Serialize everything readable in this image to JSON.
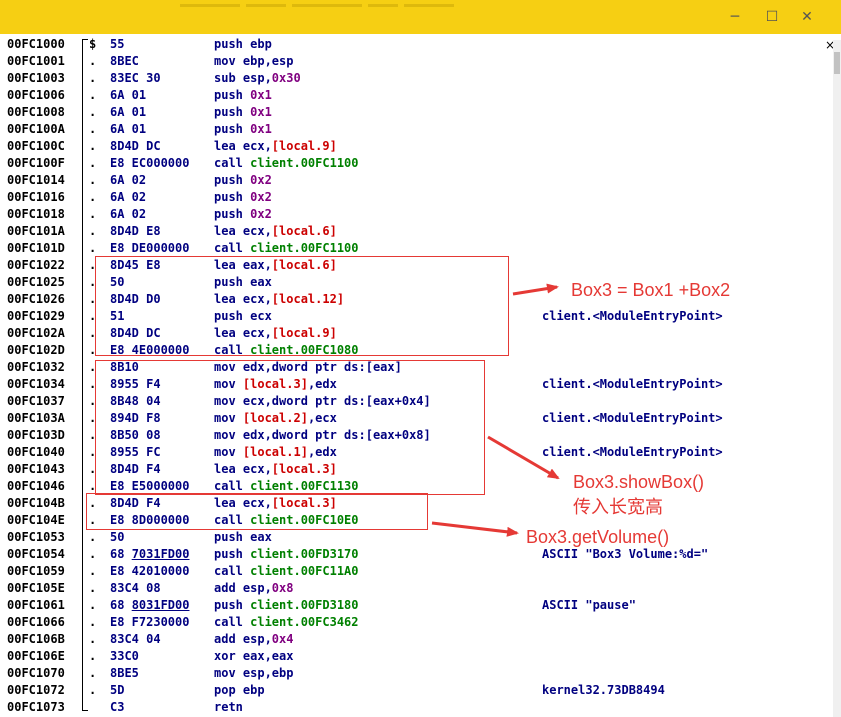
{
  "window": {
    "controls": {
      "minimize": "─",
      "maximize": "☐",
      "close": "✕"
    },
    "pane_close": "×"
  },
  "rows": [
    {
      "addr": "00FC1000",
      "gm": "$",
      "bytes": [
        {
          "t": "55"
        }
      ],
      "instr": [
        {
          "t": "push ebp"
        }
      ],
      "comment": ""
    },
    {
      "addr": "00FC1001",
      "gm": ".",
      "bytes": [
        {
          "t": "8BEC"
        }
      ],
      "instr": [
        {
          "t": "mov ebp,esp"
        }
      ],
      "comment": ""
    },
    {
      "addr": "00FC1003",
      "gm": ".",
      "bytes": [
        {
          "t": "83EC 30"
        }
      ],
      "instr": [
        {
          "t": "sub esp,"
        },
        {
          "t": "0x30",
          "c": "k"
        }
      ],
      "comment": ""
    },
    {
      "addr": "00FC1006",
      "gm": ".",
      "bytes": [
        {
          "t": "6A 01"
        }
      ],
      "instr": [
        {
          "t": "push "
        },
        {
          "t": "0x1",
          "c": "k"
        }
      ],
      "comment": ""
    },
    {
      "addr": "00FC1008",
      "gm": ".",
      "bytes": [
        {
          "t": "6A 01"
        }
      ],
      "instr": [
        {
          "t": "push "
        },
        {
          "t": "0x1",
          "c": "k"
        }
      ],
      "comment": ""
    },
    {
      "addr": "00FC100A",
      "gm": ".",
      "bytes": [
        {
          "t": "6A 01"
        }
      ],
      "instr": [
        {
          "t": "push "
        },
        {
          "t": "0x1",
          "c": "k"
        }
      ],
      "comment": ""
    },
    {
      "addr": "00FC100C",
      "gm": ".",
      "bytes": [
        {
          "t": "8D4D DC"
        }
      ],
      "instr": [
        {
          "t": "lea ecx,"
        },
        {
          "t": "[local.9]",
          "c": "r"
        }
      ],
      "comment": ""
    },
    {
      "addr": "00FC100F",
      "gm": ".",
      "bytes": [
        {
          "t": "E8 EC000000"
        }
      ],
      "instr": [
        {
          "t": "call "
        },
        {
          "t": "client.00FC1100",
          "c": "g"
        }
      ],
      "comment": ""
    },
    {
      "addr": "00FC1014",
      "gm": ".",
      "bytes": [
        {
          "t": "6A 02"
        }
      ],
      "instr": [
        {
          "t": "push "
        },
        {
          "t": "0x2",
          "c": "k"
        }
      ],
      "comment": ""
    },
    {
      "addr": "00FC1016",
      "gm": ".",
      "bytes": [
        {
          "t": "6A 02"
        }
      ],
      "instr": [
        {
          "t": "push "
        },
        {
          "t": "0x2",
          "c": "k"
        }
      ],
      "comment": ""
    },
    {
      "addr": "00FC1018",
      "gm": ".",
      "bytes": [
        {
          "t": "6A 02"
        }
      ],
      "instr": [
        {
          "t": "push "
        },
        {
          "t": "0x2",
          "c": "k"
        }
      ],
      "comment": ""
    },
    {
      "addr": "00FC101A",
      "gm": ".",
      "bytes": [
        {
          "t": "8D4D E8"
        }
      ],
      "instr": [
        {
          "t": "lea ecx,"
        },
        {
          "t": "[local.6]",
          "c": "r"
        }
      ],
      "comment": ""
    },
    {
      "addr": "00FC101D",
      "gm": ".",
      "bytes": [
        {
          "t": "E8 DE000000"
        }
      ],
      "instr": [
        {
          "t": "call "
        },
        {
          "t": "client.00FC1100",
          "c": "g"
        }
      ],
      "comment": ""
    },
    {
      "addr": "00FC1022",
      "gm": ".",
      "bytes": [
        {
          "t": "8D45 E8"
        }
      ],
      "instr": [
        {
          "t": "lea eax,"
        },
        {
          "t": "[local.6]",
          "c": "r"
        }
      ],
      "comment": ""
    },
    {
      "addr": "00FC1025",
      "gm": ".",
      "bytes": [
        {
          "t": "50"
        }
      ],
      "instr": [
        {
          "t": "push eax"
        }
      ],
      "comment": ""
    },
    {
      "addr": "00FC1026",
      "gm": ".",
      "bytes": [
        {
          "t": "8D4D D0"
        }
      ],
      "instr": [
        {
          "t": "lea ecx,"
        },
        {
          "t": "[local.12]",
          "c": "r"
        }
      ],
      "comment": ""
    },
    {
      "addr": "00FC1029",
      "gm": ".",
      "bytes": [
        {
          "t": "51"
        }
      ],
      "instr": [
        {
          "t": "push ecx"
        }
      ],
      "comment": "client.<ModuleEntryPoint>"
    },
    {
      "addr": "00FC102A",
      "gm": ".",
      "bytes": [
        {
          "t": "8D4D DC"
        }
      ],
      "instr": [
        {
          "t": "lea ecx,"
        },
        {
          "t": "[local.9]",
          "c": "r"
        }
      ],
      "comment": ""
    },
    {
      "addr": "00FC102D",
      "gm": ".",
      "bytes": [
        {
          "t": "E8 4E000000"
        }
      ],
      "instr": [
        {
          "t": "call "
        },
        {
          "t": "client.00FC1080",
          "c": "g"
        }
      ],
      "comment": ""
    },
    {
      "addr": "00FC1032",
      "gm": ".",
      "bytes": [
        {
          "t": "8B10"
        }
      ],
      "instr": [
        {
          "t": "mov edx,dword ptr ds:[eax]"
        }
      ],
      "comment": ""
    },
    {
      "addr": "00FC1034",
      "gm": ".",
      "bytes": [
        {
          "t": "8955 F4"
        }
      ],
      "instr": [
        {
          "t": "mov "
        },
        {
          "t": "[local.3]",
          "c": "r"
        },
        {
          "t": ",edx"
        }
      ],
      "comment": "client.<ModuleEntryPoint>"
    },
    {
      "addr": "00FC1037",
      "gm": ".",
      "bytes": [
        {
          "t": "8B48 04"
        }
      ],
      "instr": [
        {
          "t": "mov ecx,dword ptr ds:[eax+0x4]"
        }
      ],
      "comment": ""
    },
    {
      "addr": "00FC103A",
      "gm": ".",
      "bytes": [
        {
          "t": "894D F8"
        }
      ],
      "instr": [
        {
          "t": "mov "
        },
        {
          "t": "[local.2]",
          "c": "r"
        },
        {
          "t": ",ecx"
        }
      ],
      "comment": "client.<ModuleEntryPoint>"
    },
    {
      "addr": "00FC103D",
      "gm": ".",
      "bytes": [
        {
          "t": "8B50 08"
        }
      ],
      "instr": [
        {
          "t": "mov edx,dword ptr ds:[eax+0x8]"
        }
      ],
      "comment": ""
    },
    {
      "addr": "00FC1040",
      "gm": ".",
      "bytes": [
        {
          "t": "8955 FC"
        }
      ],
      "instr": [
        {
          "t": "mov "
        },
        {
          "t": "[local.1]",
          "c": "r"
        },
        {
          "t": ",edx"
        }
      ],
      "comment": "client.<ModuleEntryPoint>"
    },
    {
      "addr": "00FC1043",
      "gm": ".",
      "bytes": [
        {
          "t": "8D4D F4"
        }
      ],
      "instr": [
        {
          "t": "lea ecx,"
        },
        {
          "t": "[local.3]",
          "c": "r"
        }
      ],
      "comment": ""
    },
    {
      "addr": "00FC1046",
      "gm": ".",
      "bytes": [
        {
          "t": "E8 E5000000"
        }
      ],
      "instr": [
        {
          "t": "call "
        },
        {
          "t": "client.00FC1130",
          "c": "g"
        }
      ],
      "comment": ""
    },
    {
      "addr": "00FC104B",
      "gm": ".",
      "bytes": [
        {
          "t": "8D4D F4"
        }
      ],
      "instr": [
        {
          "t": "lea ecx,"
        },
        {
          "t": "[local.3]",
          "c": "r"
        }
      ],
      "comment": ""
    },
    {
      "addr": "00FC104E",
      "gm": ".",
      "bytes": [
        {
          "t": "E8 8D000000"
        }
      ],
      "instr": [
        {
          "t": "call "
        },
        {
          "t": "client.00FC10E0",
          "c": "g"
        }
      ],
      "comment": ""
    },
    {
      "addr": "00FC1053",
      "gm": ".",
      "bytes": [
        {
          "t": "50"
        }
      ],
      "instr": [
        {
          "t": "push eax"
        }
      ],
      "comment": ""
    },
    {
      "addr": "00FC1054",
      "gm": ".",
      "bytes": [
        {
          "t": "68 "
        },
        {
          "t": "7031FD00",
          "u": true
        }
      ],
      "instr": [
        {
          "t": "push "
        },
        {
          "t": "client.00FD3170",
          "c": "g"
        }
      ],
      "comment": "ASCII \"Box3 Volume:%d=\""
    },
    {
      "addr": "00FC1059",
      "gm": ".",
      "bytes": [
        {
          "t": "E8 42010000"
        }
      ],
      "instr": [
        {
          "t": "call "
        },
        {
          "t": "client.00FC11A0",
          "c": "g"
        }
      ],
      "comment": ""
    },
    {
      "addr": "00FC105E",
      "gm": ".",
      "bytes": [
        {
          "t": "83C4 08"
        }
      ],
      "instr": [
        {
          "t": "add esp,"
        },
        {
          "t": "0x8",
          "c": "k"
        }
      ],
      "comment": ""
    },
    {
      "addr": "00FC1061",
      "gm": ".",
      "bytes": [
        {
          "t": "68 "
        },
        {
          "t": "8031FD00",
          "u": true
        }
      ],
      "instr": [
        {
          "t": "push "
        },
        {
          "t": "client.00FD3180",
          "c": "g"
        }
      ],
      "comment": "ASCII \"pause\""
    },
    {
      "addr": "00FC1066",
      "gm": ".",
      "bytes": [
        {
          "t": "E8 F7230000"
        }
      ],
      "instr": [
        {
          "t": "call "
        },
        {
          "t": "client.00FC3462",
          "c": "g"
        }
      ],
      "comment": ""
    },
    {
      "addr": "00FC106B",
      "gm": ".",
      "bytes": [
        {
          "t": "83C4 04"
        }
      ],
      "instr": [
        {
          "t": "add esp,"
        },
        {
          "t": "0x4",
          "c": "k"
        }
      ],
      "comment": ""
    },
    {
      "addr": "00FC106E",
      "gm": ".",
      "bytes": [
        {
          "t": "33C0"
        }
      ],
      "instr": [
        {
          "t": "xor eax,eax"
        }
      ],
      "comment": ""
    },
    {
      "addr": "00FC1070",
      "gm": ".",
      "bytes": [
        {
          "t": "8BE5"
        }
      ],
      "instr": [
        {
          "t": "mov esp,ebp"
        }
      ],
      "comment": ""
    },
    {
      "addr": "00FC1072",
      "gm": ".",
      "bytes": [
        {
          "t": "5D"
        }
      ],
      "instr": [
        {
          "t": "pop ebp"
        }
      ],
      "comment": "kernel32.73DB8494"
    },
    {
      "addr": "00FC1073",
      "gm": "",
      "bytes": [
        {
          "t": "C3"
        }
      ],
      "instr": [
        {
          "t": "retn"
        }
      ],
      "comment": ""
    }
  ],
  "annotations": {
    "a1": "Box3 = Box1 +Box2",
    "a2_line1": "Box3.showBox()",
    "a2_line2": "传入长宽高",
    "a3": "Box3.getVolume()"
  },
  "colors": {
    "titlebar": "#f6cf13",
    "annotation": "#e53935",
    "constant": "#800080",
    "local": "#cc0000",
    "call_target": "#008000",
    "comment": "#000080"
  }
}
